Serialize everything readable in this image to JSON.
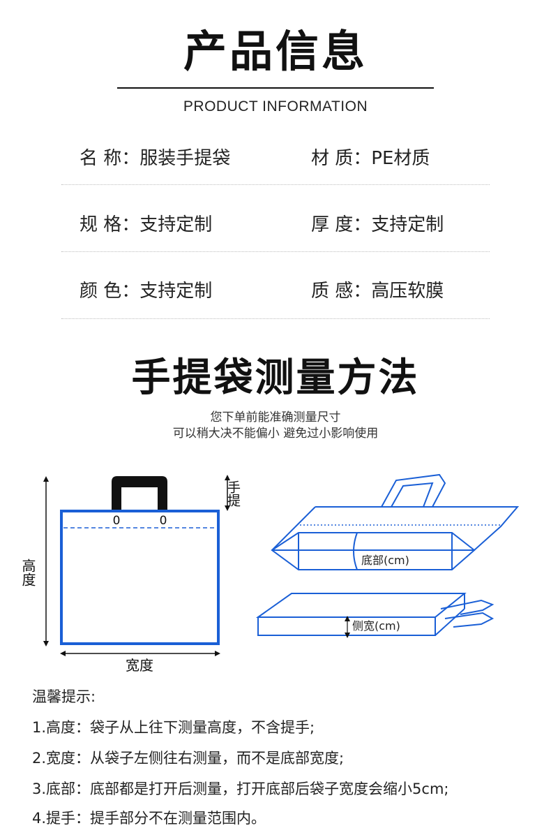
{
  "header": {
    "title": "产品信息",
    "subtitle": "PRODUCT INFORMATION"
  },
  "specs": [
    {
      "left": {
        "label": "名  称：",
        "value": "服装手提袋"
      },
      "right": {
        "label": "材  质：",
        "value": "PE材质"
      }
    },
    {
      "left": {
        "label": "规  格：",
        "value": "支持定制"
      },
      "right": {
        "label": "厚  度：",
        "value": "支持定制"
      }
    },
    {
      "left": {
        "label": "颜  色：",
        "value": "支持定制"
      },
      "right": {
        "label": "质  感：",
        "value": "高压软膜"
      }
    }
  ],
  "method": {
    "title": "手提袋测量方法",
    "note_line1": "您下单前能准确测量尺寸",
    "note_line2": "可以稍大决不能偏小 避免过小影响使用"
  },
  "diagram": {
    "handle_label": "手提",
    "height_label": "高度",
    "width_label": "宽度",
    "hole_left": "0",
    "hole_right": "0",
    "bottom_label": "底部(cm)",
    "side_label": "侧宽(cm)",
    "colors": {
      "blue": "#1a5fd6",
      "handle": "#111111"
    }
  },
  "tips": {
    "title": "温馨提示:",
    "items": [
      "1.高度：袋子从上往下测量高度，不含提手;",
      "2.宽度：从袋子左侧往右测量，而不是底部宽度;",
      "3.底部：底部都是打开后测量，打开底部后袋子宽度会缩小5cm;",
      "4.提手：提手部分不在测量范围内。"
    ]
  }
}
